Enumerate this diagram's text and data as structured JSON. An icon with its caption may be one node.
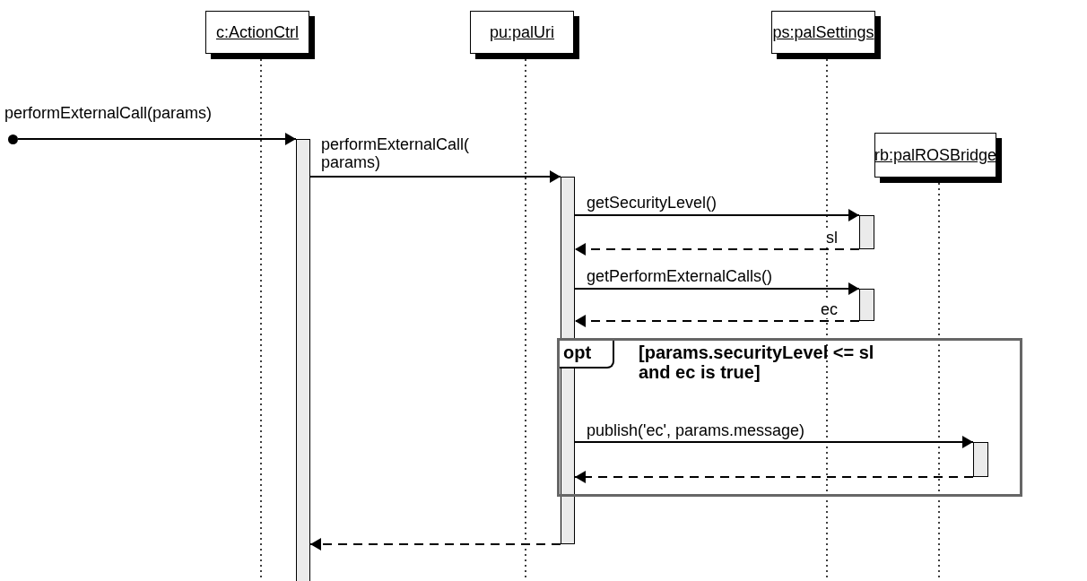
{
  "diagram": {
    "nodes": [
      {
        "text": [
          "c:ActionCtrl"
        ]
      },
      {
        "text": [
          "pu:palUri"
        ]
      },
      {
        "text": [
          "ps:palSettings"
        ]
      },
      {
        "text": [],
        "shape": "circle"
      },
      {
        "text": [],
        "shape": "bar"
      },
      {
        "text": [],
        "shape": "bar"
      },
      {
        "text": [
          "rb:palROSBridge"
        ]
      },
      {
        "text": [],
        "shape": "bar"
      },
      {
        "text": [],
        "shape": "bar"
      },
      {
        "text": [
          "opt",
          "[params.securityLevel <= sl and ec is true]"
        ]
      },
      {
        "text": [],
        "shape": "bar",
        "in": 9
      }
    ],
    "edges": [
      {
        "from": 3,
        "to": 4,
        "arrow": "to",
        "label": "performExternalCall(params)"
      },
      {
        "from": 4,
        "to": 5,
        "arrow": "to",
        "label": "performExternalCall( params)"
      },
      {
        "from": 5,
        "to": 7,
        "arrow": "to",
        "label": "getSecurityLevel()"
      },
      {
        "from": 7,
        "to": 5,
        "arrow": "to",
        "label": "sl",
        "style": "dashed"
      },
      {
        "from": 5,
        "to": 8,
        "arrow": "to",
        "label": "getPerformExternalCalls()"
      },
      {
        "from": 8,
        "to": 5,
        "arrow": "to",
        "label": "ec",
        "style": "dashed"
      },
      {
        "from": 5,
        "to": 10,
        "arrow": "to",
        "label": "publish('ec', params.message)"
      },
      {
        "from": 10,
        "to": 5,
        "arrow": "to",
        "style": "dashed"
      },
      {
        "from": 5,
        "to": 4,
        "arrow": "to",
        "style": "dashed"
      }
    ]
  }
}
